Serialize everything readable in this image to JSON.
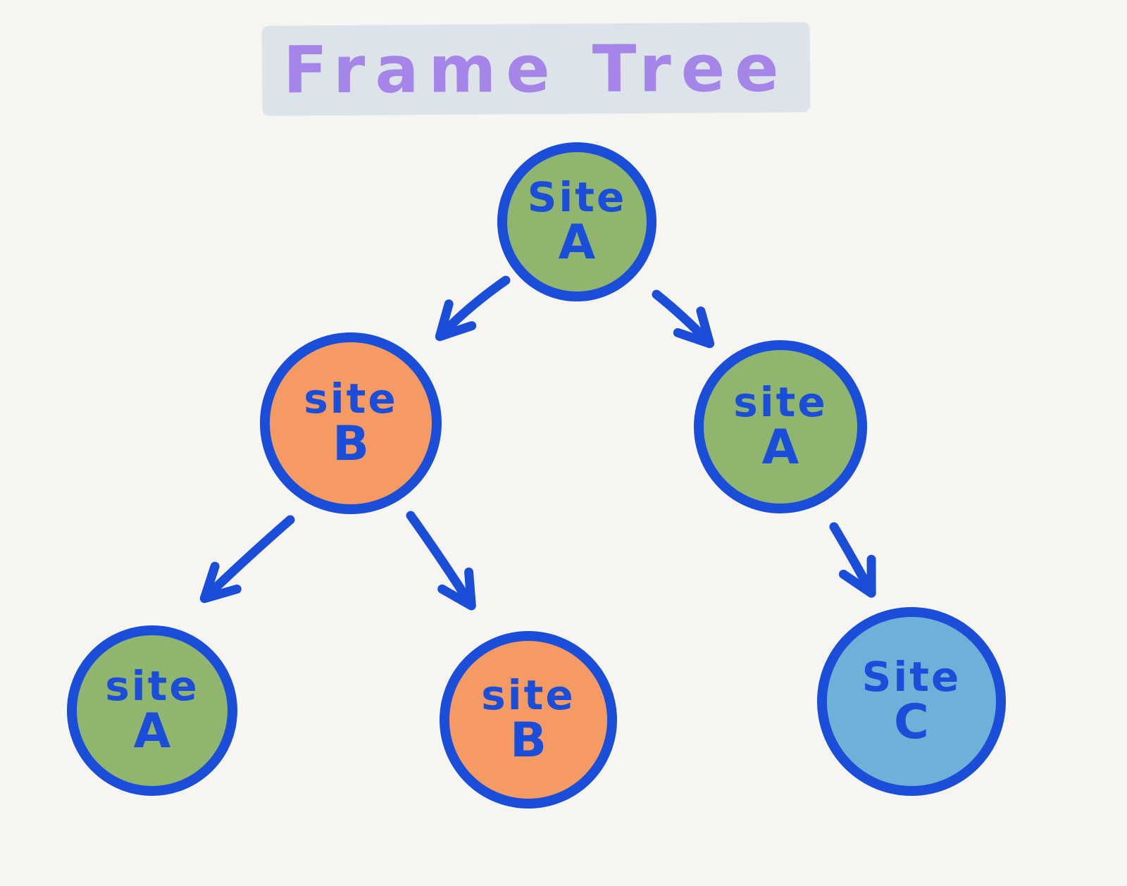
{
  "title": "Frame Tree",
  "colors": {
    "background": "#f6f5f2",
    "title_text": "#a585e8",
    "title_highlight": "#dde4e9",
    "node_border": "#1a4ed8",
    "node_text": "#1a4ed8",
    "arrow": "#1a4ed8",
    "green_fill": "#90b56f",
    "orange_fill": "#f49a62",
    "blue_fill": "#6fb0d9"
  },
  "nodes": [
    {
      "id": "root",
      "line1": "Site",
      "line2": "A",
      "color": "green"
    },
    {
      "id": "child-left",
      "line1": "site",
      "line2": "B",
      "color": "orange"
    },
    {
      "id": "child-right",
      "line1": "site",
      "line2": "A",
      "color": "green"
    },
    {
      "id": "leaf-left",
      "line1": "site",
      "line2": "A",
      "color": "green"
    },
    {
      "id": "leaf-middle",
      "line1": "site",
      "line2": "B",
      "color": "orange"
    },
    {
      "id": "leaf-right",
      "line1": "Site",
      "line2": "C",
      "color": "blue"
    }
  ],
  "edges": [
    {
      "from": "root",
      "to": "child-left"
    },
    {
      "from": "root",
      "to": "child-right"
    },
    {
      "from": "child-left",
      "to": "leaf-left"
    },
    {
      "from": "child-left",
      "to": "leaf-middle"
    },
    {
      "from": "child-right",
      "to": "leaf-right"
    }
  ]
}
